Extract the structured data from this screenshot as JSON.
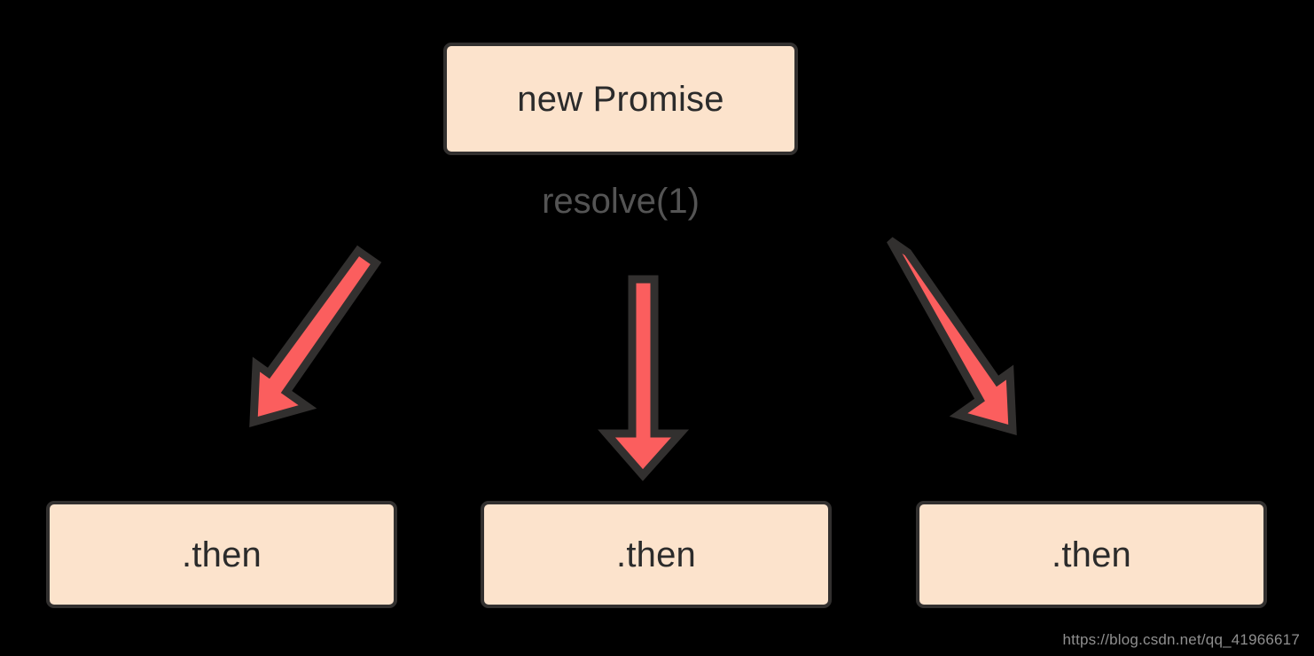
{
  "diagram": {
    "title_node": {
      "id": "new-promise",
      "label": "new Promise"
    },
    "edge_label": "resolve(1)",
    "then_nodes": [
      {
        "id": "then-left",
        "label": ".then"
      },
      {
        "id": "then-middle",
        "label": ".then"
      },
      {
        "id": "then-right",
        "label": ".then"
      }
    ],
    "arrows": [
      {
        "id": "arrow-left",
        "direction": "down-left",
        "from": "new-promise",
        "to": "then-left"
      },
      {
        "id": "arrow-middle",
        "direction": "down",
        "from": "new-promise",
        "to": "then-middle"
      },
      {
        "id": "arrow-right",
        "direction": "down-right",
        "from": "new-promise",
        "to": "then-right"
      }
    ],
    "colors": {
      "background": "#000000",
      "node_fill": "#FCE3CC",
      "node_border": "#32302F",
      "node_text": "#2B2B2B",
      "edge_label_text": "#545454",
      "arrow_fill": "#FB5E5E",
      "arrow_outline": "#32302F",
      "watermark_text": "#8F8F8F"
    }
  },
  "watermark": {
    "text": "https://blog.csdn.net/qq_41966617"
  }
}
